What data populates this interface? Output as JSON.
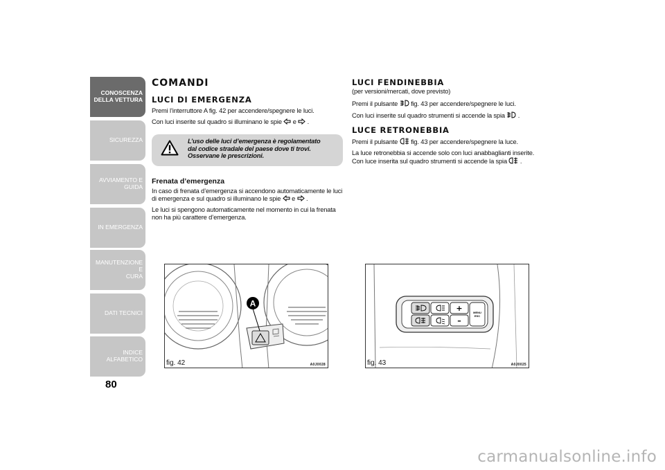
{
  "sidebar": {
    "tabs": [
      {
        "label": "CONOSCENZA\nDELLA VETTURA",
        "active": true
      },
      {
        "label": "SICUREZZA",
        "active": false
      },
      {
        "label": "AVVIAMENTO E\nGUIDA",
        "active": false
      },
      {
        "label": "IN EMERGENZA",
        "active": false
      },
      {
        "label": "MANUTENZIONE E\nCURA",
        "active": false
      },
      {
        "label": "DATI TECNICI",
        "active": false
      },
      {
        "label": "INDICE ALFABETICO",
        "active": false
      }
    ],
    "page_number": "80"
  },
  "left": {
    "title": "COMANDI",
    "section1": {
      "heading": "LUCI DI EMERGENZA",
      "p1": "Premi l’interruttore A fig. 42 per accendere/spegnere le luci.",
      "p2_before": "Con luci inserite sul quadro si illuminano le spie",
      "p2_and": "e",
      "p2_end": "."
    },
    "warning": "L’uso delle luci d’emergenza è regolamentato dal codice stradale del paese dove ti trovi. Osservane le prescrizioni.",
    "section2": {
      "heading": "Frenata d’emergenza",
      "p1_line1": "In caso di frenata d’emergenza si accendono automaticamente le luci",
      "p1_line2_before": "di emergenza e sul quadro si illuminano le spie",
      "p1_and": "e",
      "p1_end": ".",
      "p2": "Le luci si spengono automaticamente nel momento in cui la frenata non ha più carattere d’emergenza."
    }
  },
  "right": {
    "section1": {
      "heading": "LUCI FENDINEBBIA",
      "subtitle": "(per versioni/mercati, dove previsto)",
      "p1_before": "Premi il pulsante",
      "p1_after": "fig. 43 per accendere/spegnere le luci.",
      "p2_before": "Con luci inserite sul quadro strumenti si accende la spia",
      "p2_end": "."
    },
    "section2": {
      "heading": "LUCE RETRONEBBIA",
      "p1_before": "Premi il pulsante",
      "p1_after": "fig. 43 per accendere/spegnere la luce.",
      "p2": "La luce retronebbia si accende solo con luci anabbaglianti inserite.",
      "p3_before": "Con luce inserita sul quadro strumenti si accende la spia",
      "p3_end": "."
    }
  },
  "figures": {
    "fig42": {
      "label": "fig. 42",
      "code": "A0J0028",
      "marker": "A"
    },
    "fig43": {
      "label": "fig. 43",
      "code": "A0J0025",
      "button_plus": "+",
      "button_minus": "–",
      "button_menu": "MENU\nESC"
    }
  },
  "watermark": "carmanualsonline.info"
}
